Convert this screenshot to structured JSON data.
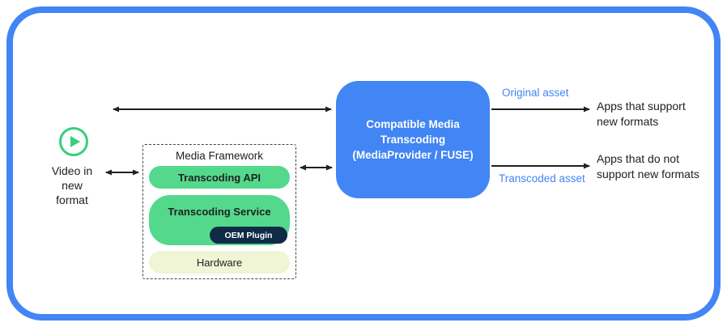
{
  "colors": {
    "frame_blue": "#4285F4",
    "pill_green": "#54D98C",
    "oem_navy": "#0F2B46",
    "hardware_cream": "#EFF5D5",
    "arrow_dark": "#212121",
    "asset_label_blue": "#4285F4"
  },
  "source": {
    "label": "Video in\nnew\nformat"
  },
  "framework": {
    "title": "Media Framework",
    "api_label": "Transcoding API",
    "service_label": "Transcoding Service",
    "oem_label": "OEM Plugin",
    "hardware_label": "Hardware"
  },
  "transcoder": {
    "label": "Compatible Media\nTranscoding\n(MediaProvider / FUSE)"
  },
  "outputs": {
    "original": {
      "arrow_label": "Original asset",
      "target": "Apps that support\nnew formats"
    },
    "transcoded": {
      "arrow_label": "Transcoded asset",
      "target": "Apps that do not\nsupport new formats"
    }
  }
}
